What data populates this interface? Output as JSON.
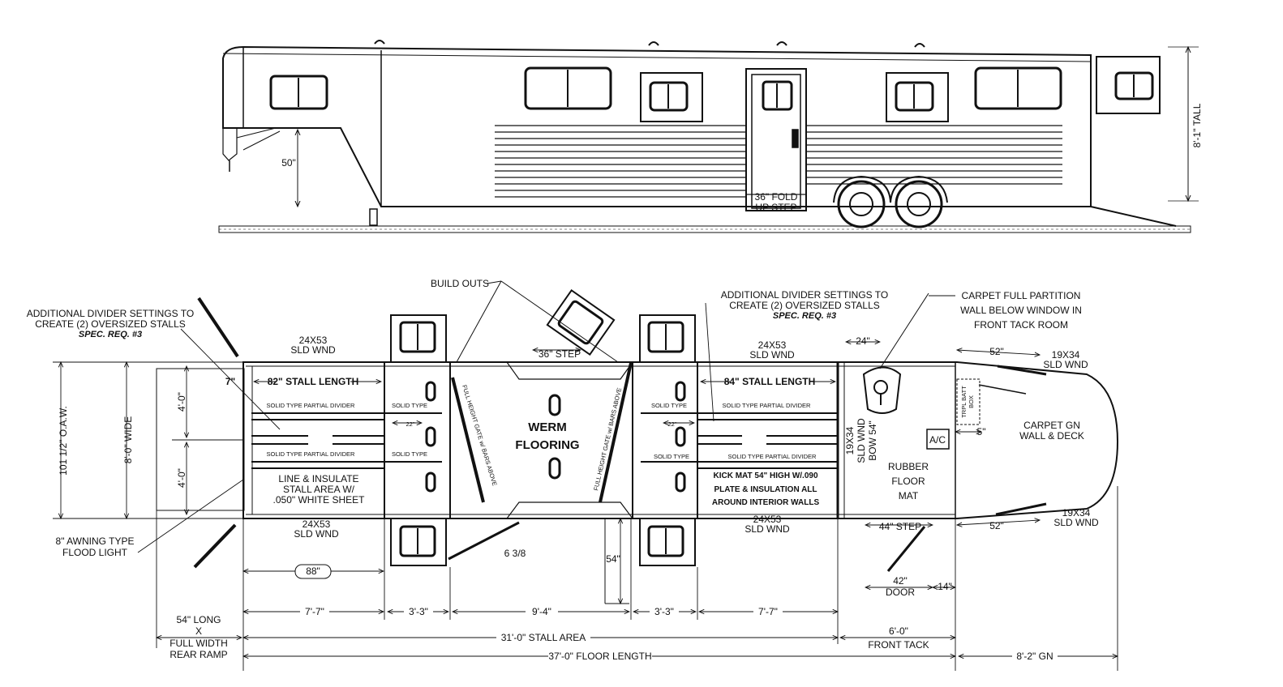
{
  "elevation": {
    "height_50": "50\"",
    "step_line1": "36\" FOLD",
    "step_line2": "UP STEP",
    "tall": "8'-1\" TALL"
  },
  "plan": {
    "build_outs": "BUILD OUTS",
    "add_div_left_1": "ADDITIONAL DIVIDER SETTINGS TO",
    "add_div_left_2": "CREATE (2) OVERSIZED STALLS",
    "spec_req_left": "SPEC. REQ. #3",
    "add_div_right_1": "ADDITIONAL DIVIDER SETTINGS TO",
    "add_div_right_2": "CREATE (2) OVERSIZED STALLS",
    "spec_req_right": "SPEC. REQ. #3",
    "carpet_part_1": "CARPET FULL PARTITION",
    "carpet_part_2": "WALL BELOW WINDOW IN",
    "carpet_part_3": "FRONT TACK ROOM",
    "wnd_24x53_a": "24X53",
    "sld_wnd_a": "SLD WND",
    "wnd_24x53_b": "24X53",
    "sld_wnd_b": "SLD WND",
    "wnd_24x53_c": "24X53",
    "sld_wnd_c": "SLD WND",
    "wnd_24x53_d": "24X53",
    "sld_wnd_d": "SLD WND",
    "step_36": "36\" STEP",
    "dim_24": "24\"",
    "dim_52_top": "52\"",
    "wnd_19x34_top": "19X34",
    "sld_wnd_19_top": "SLD WND",
    "dim_7": "7\"",
    "stall_82": "82\" STALL LENGTH",
    "stall_84": "84\" STALL LENGTH",
    "solid_partial_1": "SOLID TYPE PARTIAL DIVIDER",
    "solid_partial_2": "SOLID TYPE PARTIAL DIVIDER",
    "solid_partial_3": "SOLID TYPE PARTIAL DIVIDER",
    "solid_partial_4": "SOLID TYPE PARTIAL DIVIDER",
    "solid_type_1": "SOLID TYPE",
    "solid_type_2": "SOLID TYPE",
    "solid_type_3": "SOLID TYPE",
    "solid_type_4": "SOLID TYPE",
    "dim_22_a": "22\"",
    "dim_22_b": "22\"",
    "gate_left": "FULL HEIGHT GATE w/ BARS ABOVE",
    "gate_right": "FULL HEIGHT GATE w/ BARS ABOVE",
    "werm_1": "WERM",
    "werm_2": "FLOORING",
    "oaw": "101 1/2\" O.A.W.",
    "wide": "8'-0\" WIDE",
    "dim_4_a": "4'-0\"",
    "dim_4_b": "4'-0\"",
    "line_ins_1": "LINE & INSULATE",
    "line_ins_2": "STALL AREA W/",
    "line_ins_3": ".050\" WHITE SHEET",
    "kick_1": "KICK MAT 54\" HIGH W/.090",
    "kick_2": "PLATE & INSULATION ALL",
    "kick_3": "AROUND INTERIOR WALLS",
    "sld_wnd_19_side": "19X34",
    "sld_wnd_19_side_2": "SLD WND",
    "bow_54": "BOW 54\"",
    "rubber_1": "RUBBER",
    "rubber_2": "FLOOR",
    "rubber_3": "MAT",
    "ac": "A/C",
    "dim_5": "5\"",
    "batt_1": "TRPL BATT",
    "batt_2": "BOX",
    "carpet_gn_1": "CARPET GN",
    "carpet_gn_2": "WALL & DECK",
    "awning_1": "8\" AWNING TYPE",
    "awning_2": "FLOOD LIGHT",
    "dim_88": "88\"",
    "dim_6_38": "6 3/8",
    "dim_54": "54\"",
    "step_44": "44\" STEP",
    "dim_52_bot": "52\"",
    "wnd_19x34_bot": "19X34",
    "sld_wnd_19_bot": "SLD WND",
    "door_42_1": "42\"",
    "door_42_2": "DOOR",
    "dim_14": "14\"",
    "dim_7_7_a": "7'-7\"",
    "dim_3_3_a": "3'-3\"",
    "dim_9_4": "9'-4\"",
    "dim_3_3_b": "3'-3\"",
    "dim_7_7_b": "7'-7\"",
    "ramp_1": "54\" LONG",
    "ramp_2": "X",
    "ramp_3": "FULL WIDTH",
    "ramp_4": "REAR RAMP",
    "stall_area": "31'-0\" STALL AREA",
    "front_tack_1": "6'-0\"",
    "front_tack_2": "FRONT TACK",
    "floor_len": "37'-0\" FLOOR LENGTH",
    "gn_len": "8'-2\" GN"
  }
}
